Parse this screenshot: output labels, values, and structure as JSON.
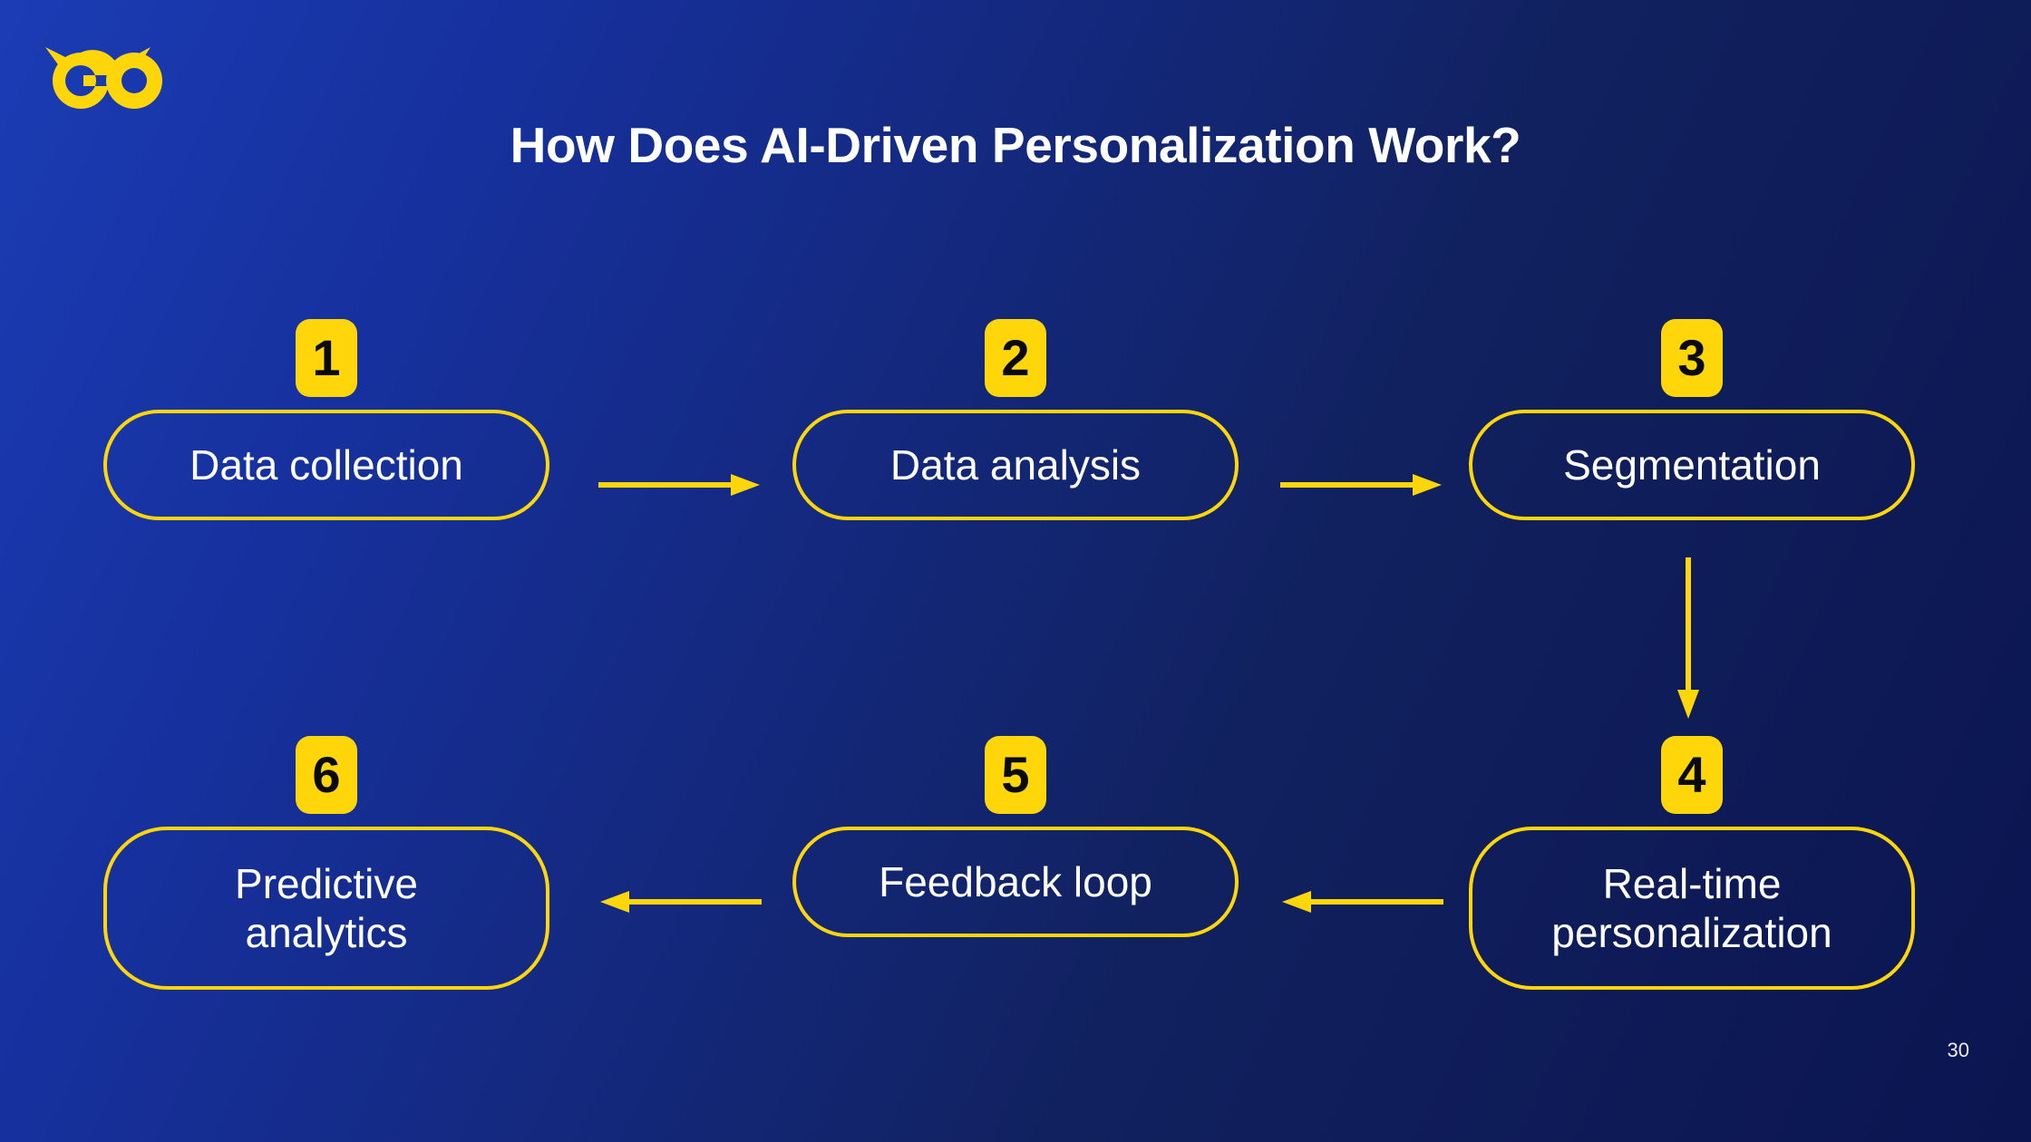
{
  "slide": {
    "title": "How Does AI-Driven Personalization Work?",
    "page_number": "30",
    "logo_name": "go-owl-logo"
  },
  "colors": {
    "accent_yellow": "#ffd60a",
    "background_start": "#1b3cb5",
    "background_end": "#0b1550",
    "text_white": "#ffffff",
    "badge_text": "#0a0a0a"
  },
  "diagram": {
    "type": "process-flow",
    "nodes": [
      {
        "number": "1",
        "label": "Data collection",
        "lines": [
          "Data collection"
        ]
      },
      {
        "number": "2",
        "label": "Data analysis",
        "lines": [
          "Data analysis"
        ]
      },
      {
        "number": "3",
        "label": "Segmentation",
        "lines": [
          "Segmentation"
        ]
      },
      {
        "number": "4",
        "label": "Real-time personalization",
        "lines": [
          "Real-time",
          "personalization"
        ]
      },
      {
        "number": "5",
        "label": "Feedback loop",
        "lines": [
          "Feedback loop"
        ]
      },
      {
        "number": "6",
        "label": "Predictive analytics",
        "lines": [
          "Predictive",
          "analytics"
        ]
      }
    ],
    "connectors": [
      {
        "from": "1",
        "to": "2",
        "direction": "right"
      },
      {
        "from": "2",
        "to": "3",
        "direction": "right"
      },
      {
        "from": "3",
        "to": "4",
        "direction": "down"
      },
      {
        "from": "4",
        "to": "5",
        "direction": "left"
      },
      {
        "from": "5",
        "to": "6",
        "direction": "left"
      }
    ]
  }
}
